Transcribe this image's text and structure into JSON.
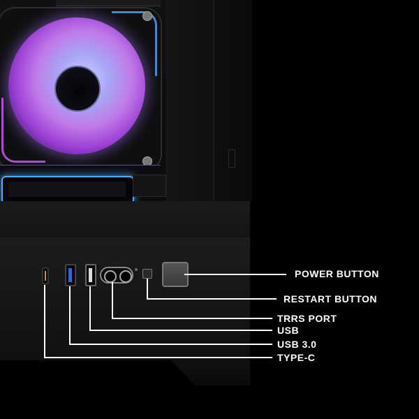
{
  "callouts": {
    "power_button": "POWER BUTTON",
    "restart_button": "RESTART BUTTON",
    "trrs_port": "TRRS PORT",
    "usb": "USB",
    "usb3": "USB 3.0",
    "type_c": "TYPE-C"
  },
  "colors": {
    "background": "#000000",
    "callout": "#ffffff",
    "rgb_blue": "#4fa8ff",
    "rgb_pink": "#d060ff",
    "usb3_blue": "#2a6bd6",
    "typec_gold": "#c79a2e"
  },
  "icons": [
    "fan-icon",
    "type-c-port-icon",
    "usb3-port-icon",
    "usb-port-icon",
    "trrs-port-icon",
    "restart-button-icon",
    "power-button-icon"
  ]
}
